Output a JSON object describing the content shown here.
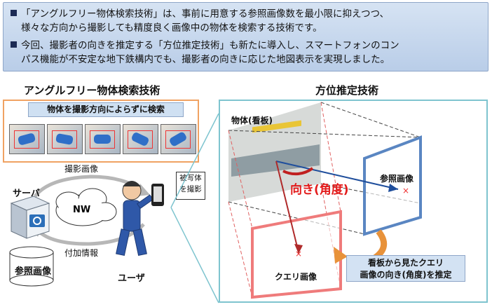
{
  "summary": {
    "bullet1_line1": "「アングルフリー物体検索技術」は、事前に用意する参照画像数を最小限に抑えつつ、",
    "bullet1_line2": "様々な方向から撮影しても精度良く画像中の物体を検索する技術です。",
    "bullet2_line1": "今回、撮影者の向きを推定する「方位推定技術」も新たに導入し、スマートフォンのコン",
    "bullet2_line2": "パス機能が不安定な地下鉄構内でも、撮影者の向きに応じた地図表示を実現しました。"
  },
  "left": {
    "title": "アングルフリー物体検索技術",
    "caption": "物体を撮影方向によらずに検索",
    "photo_count": 5,
    "uplink_label": "撮影画像",
    "server_label": "サーバ",
    "network_label": "NW",
    "downlink_label": "付加情報",
    "db_label": "参照画像",
    "user_label": "ユーザ",
    "note_line1": "被写体",
    "note_line2": "を撮影"
  },
  "right": {
    "title": "方位推定技術",
    "object_label": "物体(看板)",
    "reference_label": "参照画像",
    "direction_label": "向き(角度)",
    "query_label": "クエリ画像",
    "callout_line1": "看板から見たクエリ",
    "callout_line2": "画像の向き(角度)を推定"
  },
  "colors": {
    "summary_fill": "#c5d7ee",
    "left_panel_border": "#f0a262",
    "right_panel_border": "#7ec4cf",
    "reference_frame": "#5a86c2",
    "query_frame": "#ef7b7b",
    "direction_text": "#e31b1b",
    "callout_arrow": "#e8923a"
  }
}
